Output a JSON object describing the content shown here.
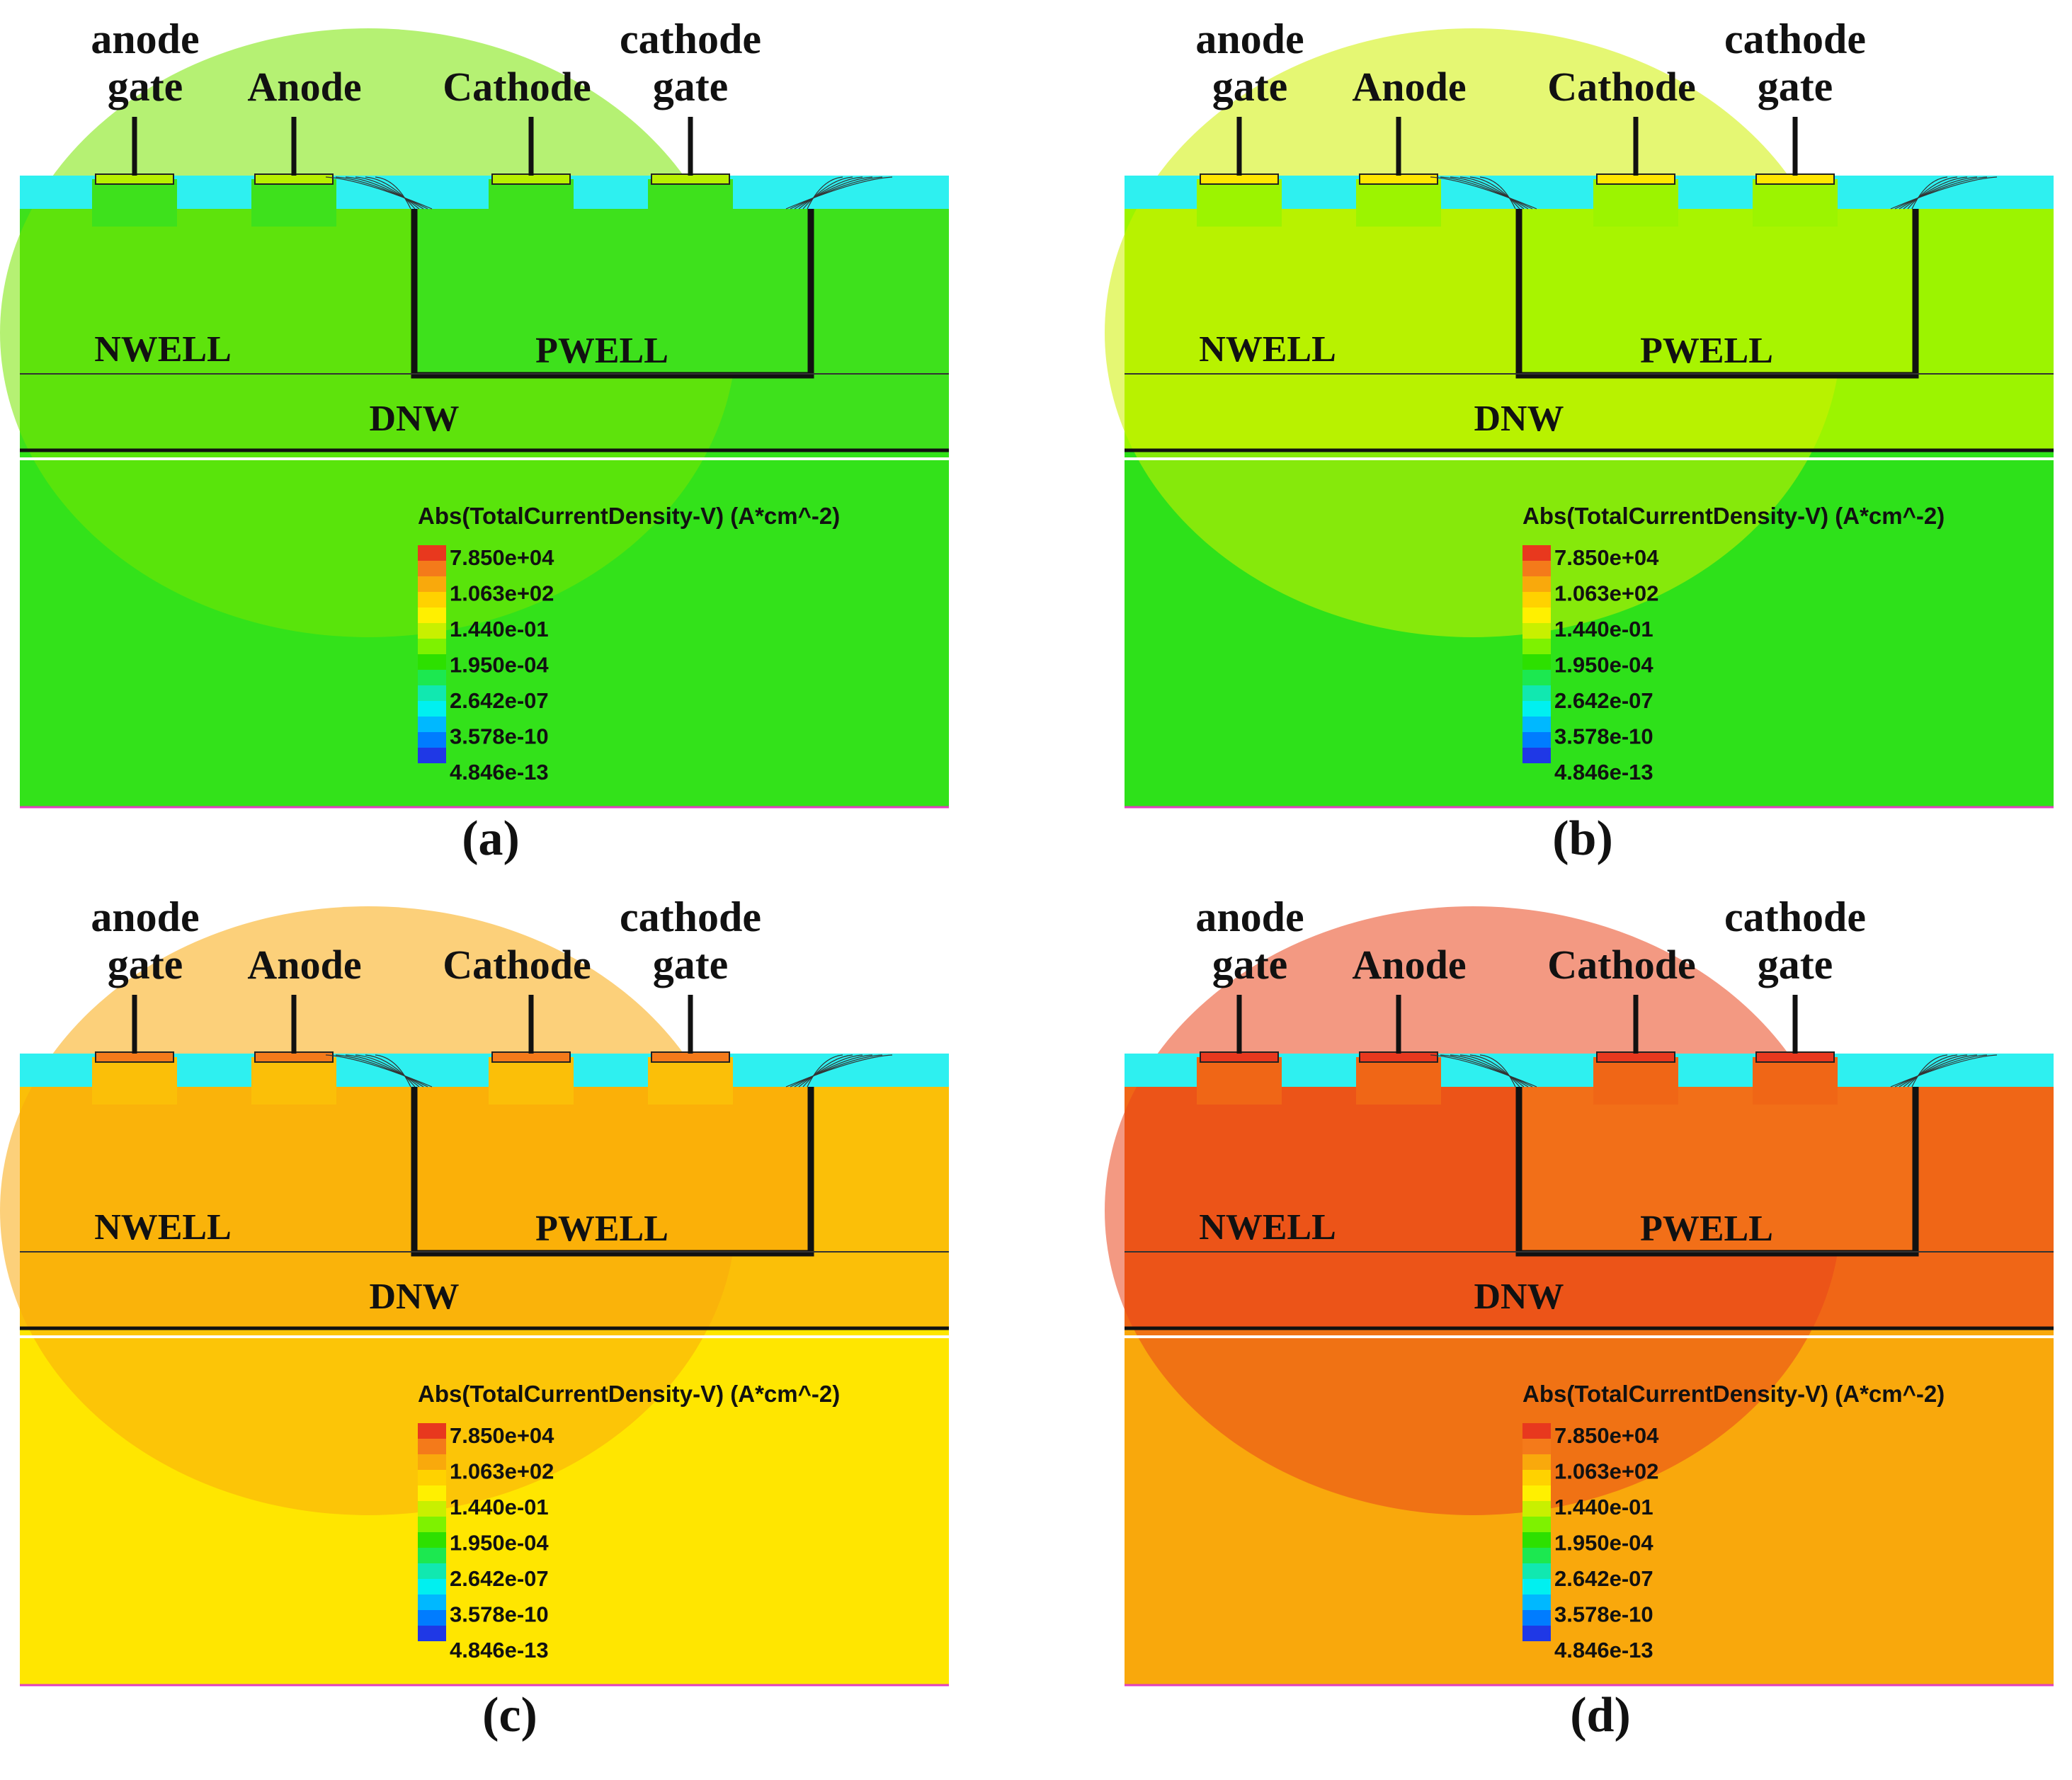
{
  "labels": {
    "anode_gate_l1": "anode",
    "anode_gate_l2": "gate",
    "anode": "Anode",
    "cathode": "Cathode",
    "cathode_gate_l1": "cathode",
    "cathode_gate_l2": "gate",
    "nwell": "NWELL",
    "pwell": "PWELL",
    "dnw": "DNW"
  },
  "legend": {
    "title": "Abs(TotalCurrentDensity-V) (A*cm^-2)",
    "values": [
      "7.850e+04",
      "1.063e+02",
      "1.440e-01",
      "1.950e-04",
      "2.642e-07",
      "3.578e-10",
      "4.846e-13"
    ],
    "scale_colors": [
      "#e8381e",
      "#f47a1a",
      "#f9a90c",
      "#ffd200",
      "#fff000",
      "#c8f000",
      "#7ef200",
      "#2de000",
      "#1ce850",
      "#11e8b0",
      "#00f0f0",
      "#00b8ff",
      "#007cff",
      "#1f38e6"
    ]
  },
  "panels": [
    {
      "caption": "(a)",
      "colors": {
        "bulk": "#33e21a",
        "nwell": "#3ee11c",
        "pwell": "#3ee11c",
        "oxide": "#2ef0f0",
        "contact": "#b8f000",
        "plume": "#79e600",
        "bottom_line": "#e040c0"
      }
    },
    {
      "caption": "(b)",
      "colors": {
        "bulk": "#2ee11a",
        "nwell": "#9cf400",
        "pwell": "#a8f400",
        "oxide": "#2ef0f0",
        "contact": "#ffe600",
        "plume": "#cff000",
        "bottom_line": "#e040c0"
      }
    },
    {
      "caption": "(c)",
      "colors": {
        "bulk": "#ffe600",
        "nwell": "#fbbf08",
        "pwell": "#fbb008",
        "oxide": "#2ef0f0",
        "contact": "#f47a1a",
        "plume": "#f9a90c",
        "bottom_line": "#e040c0"
      }
    },
    {
      "caption": "(d)",
      "colors": {
        "bulk": "#f9a80c",
        "nwell": "#f06616",
        "pwell": "#f26f18",
        "oxide": "#2ef0f0",
        "contact": "#e8381e",
        "plume": "#ea461b",
        "bottom_line": "#e040c0"
      }
    }
  ]
}
